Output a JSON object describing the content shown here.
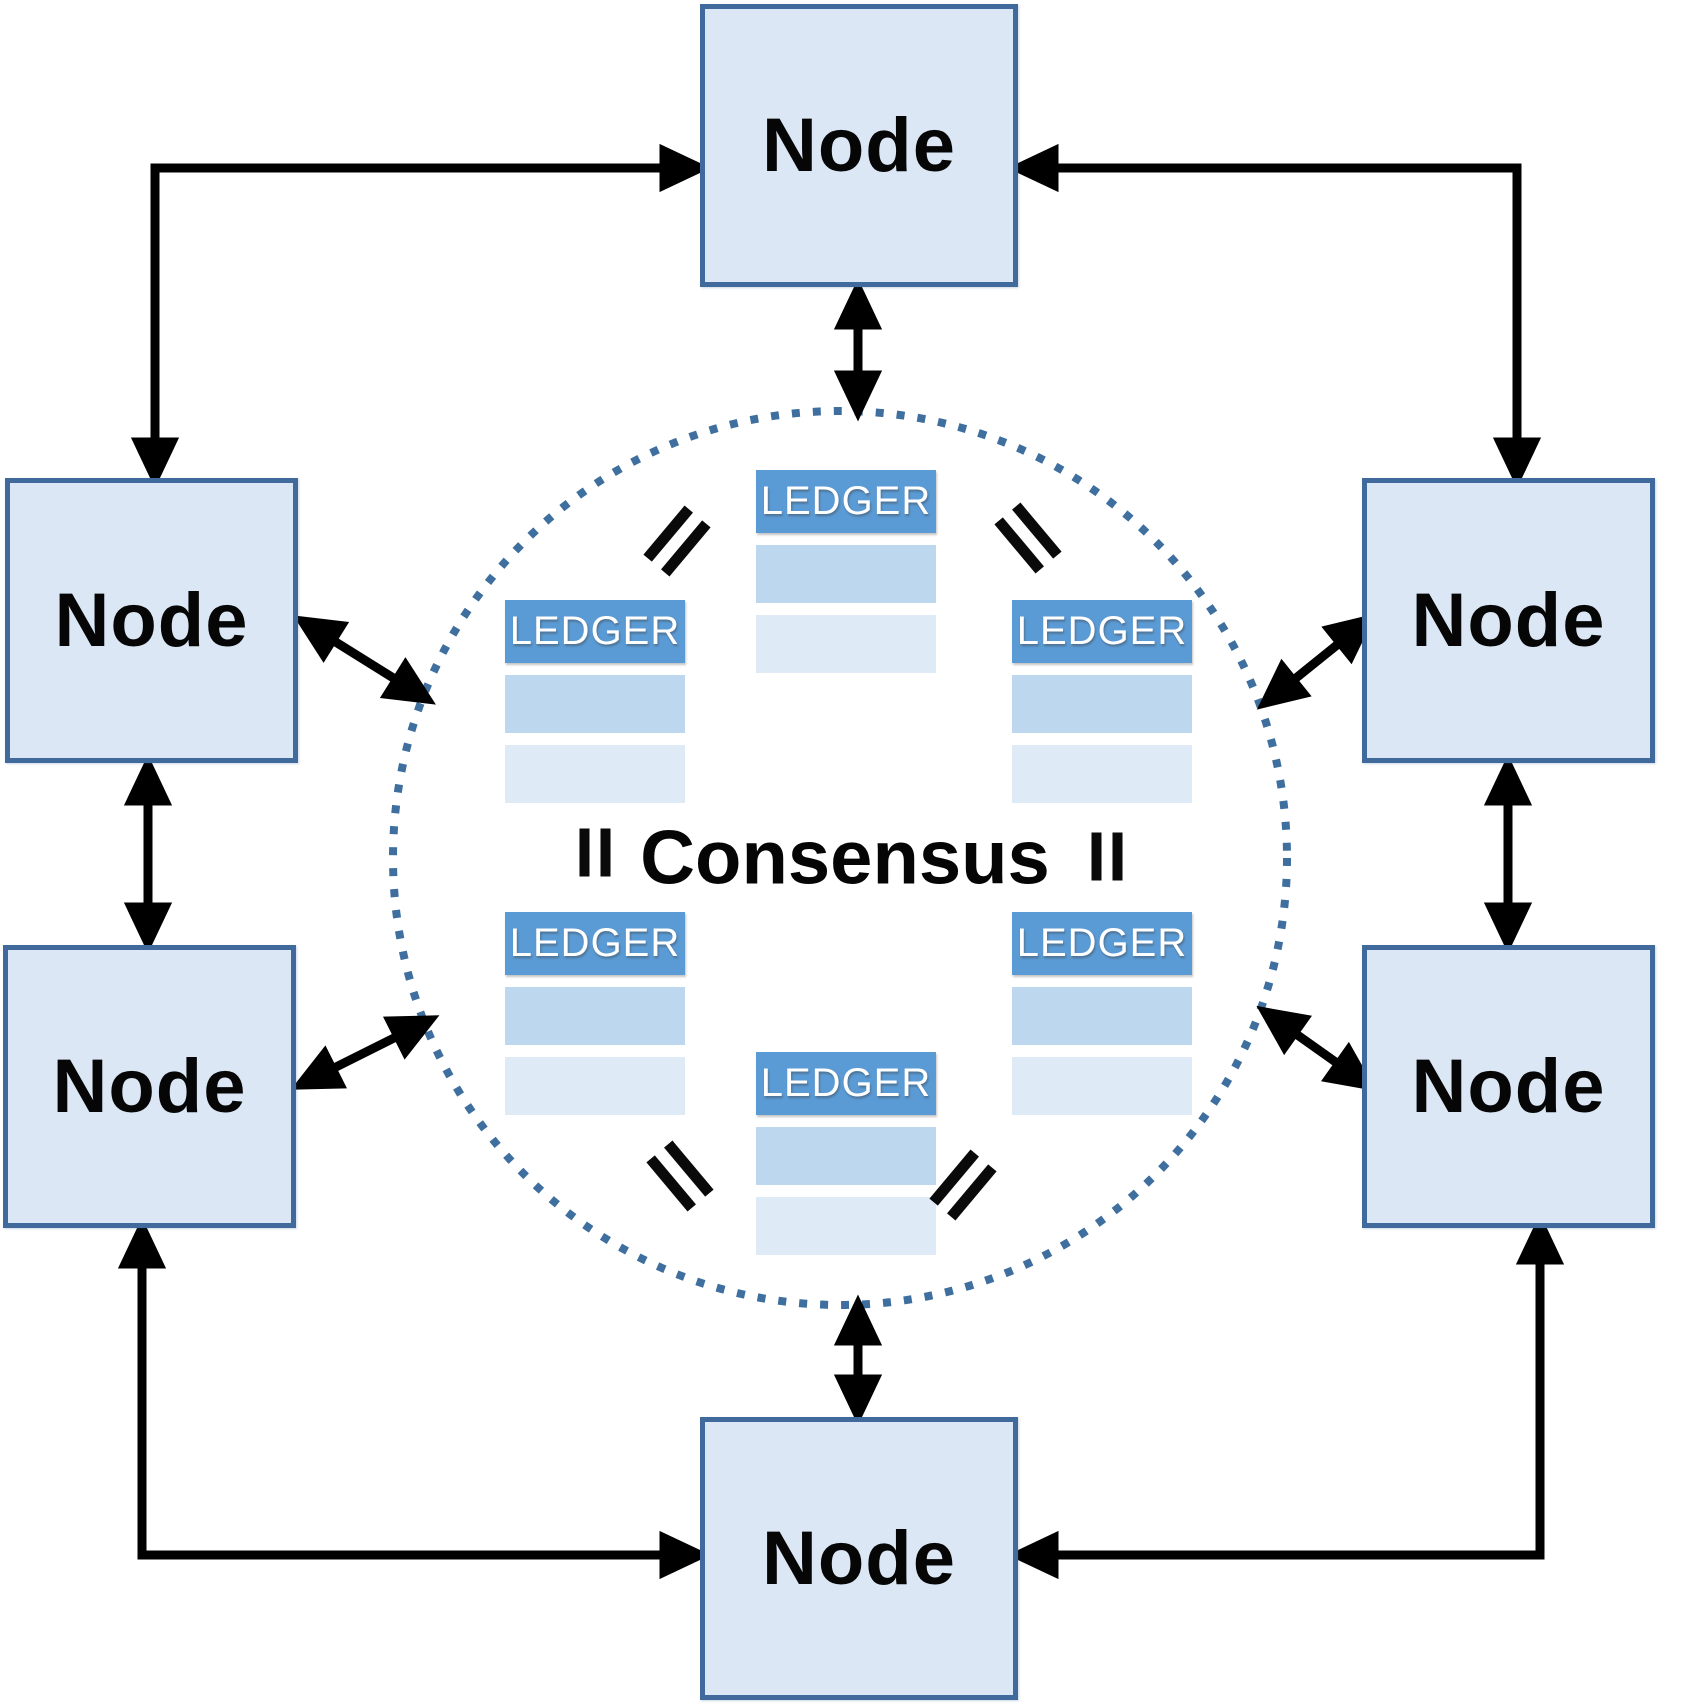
{
  "center": {
    "label": "Consensus"
  },
  "nodes": [
    {
      "id": "top",
      "label": "Node"
    },
    {
      "id": "upper-left",
      "label": "Node"
    },
    {
      "id": "upper-right",
      "label": "Node"
    },
    {
      "id": "lower-left",
      "label": "Node"
    },
    {
      "id": "lower-right",
      "label": "Node"
    },
    {
      "id": "bottom",
      "label": "Node"
    }
  ],
  "ledgers": [
    {
      "id": "top",
      "header": "LEDGER"
    },
    {
      "id": "upper-left",
      "header": "LEDGER"
    },
    {
      "id": "upper-right",
      "header": "LEDGER"
    },
    {
      "id": "lower-left",
      "header": "LEDGER"
    },
    {
      "id": "lower-right",
      "header": "LEDGER"
    },
    {
      "id": "bottom",
      "header": "LEDGER"
    }
  ],
  "colors": {
    "node_fill": "#DBE7F4",
    "node_border": "#40699C",
    "ledger_header": "#5B9BD5",
    "ledger_row_mid": "#BDD7EE",
    "ledger_row_light": "#DEEBF7",
    "consensus_circle": "#3E6F9F",
    "arrow": "#000000",
    "text": "#050505"
  }
}
